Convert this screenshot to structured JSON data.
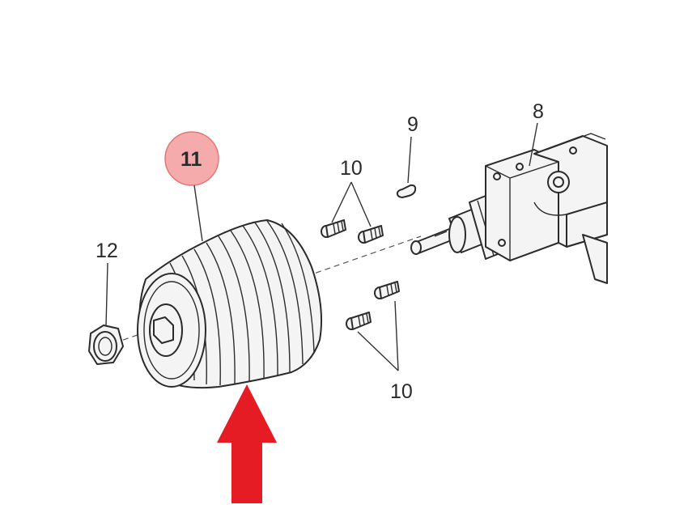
{
  "diagram": {
    "callouts": {
      "p8": "8",
      "p9": "9",
      "p10_top": "10",
      "p10_bottom": "10",
      "p11": "11",
      "p12": "12"
    },
    "colors": {
      "highlight_circle": "#f4a3a3",
      "highlight_stroke": "#e06a6a",
      "arrow": "#e51c24",
      "line": "#2b2b2b"
    },
    "highlighted_part": "11",
    "icons": {
      "arrow": "arrow-up-icon"
    }
  }
}
